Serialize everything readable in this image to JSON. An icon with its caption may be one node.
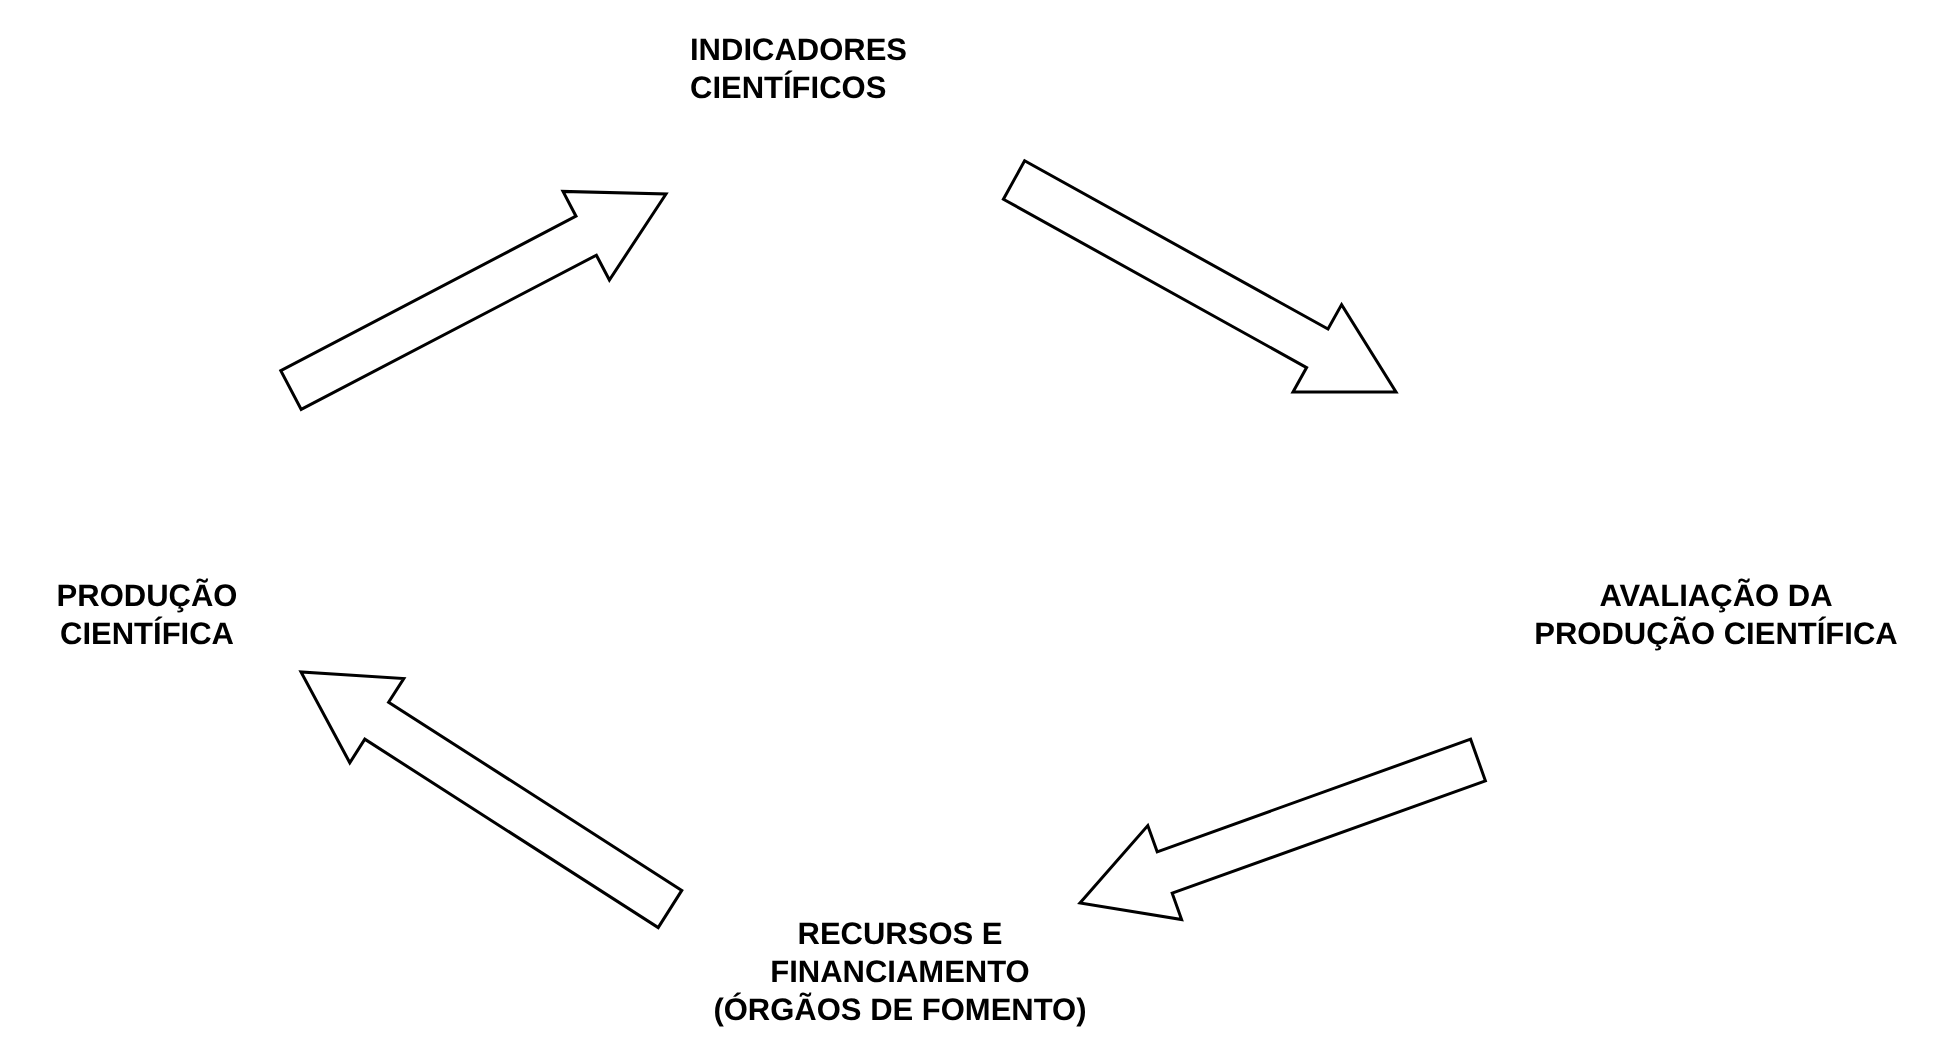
{
  "diagram": {
    "nodes": [
      {
        "text": [
          "INDICADORES CIENTÍFICOS"
        ]
      },
      {
        "text": [
          "PRODUÇÃO CIENTÍFICA"
        ]
      },
      {
        "text": [
          "AVALIAÇÃO DA PRODUÇÃO CIENTÍFICA"
        ]
      },
      {
        "text": [
          "RECURSOS E FINANCIAMENTO (ÓRGÃOS DE FOMENTO)"
        ]
      }
    ],
    "edges": [
      {
        "from": 1,
        "to": 0,
        "arrow": "to"
      },
      {
        "from": 0,
        "to": 2,
        "arrow": "to"
      },
      {
        "from": 2,
        "to": 3,
        "arrow": "to"
      },
      {
        "from": 3,
        "to": 1,
        "arrow": "to"
      }
    ]
  }
}
